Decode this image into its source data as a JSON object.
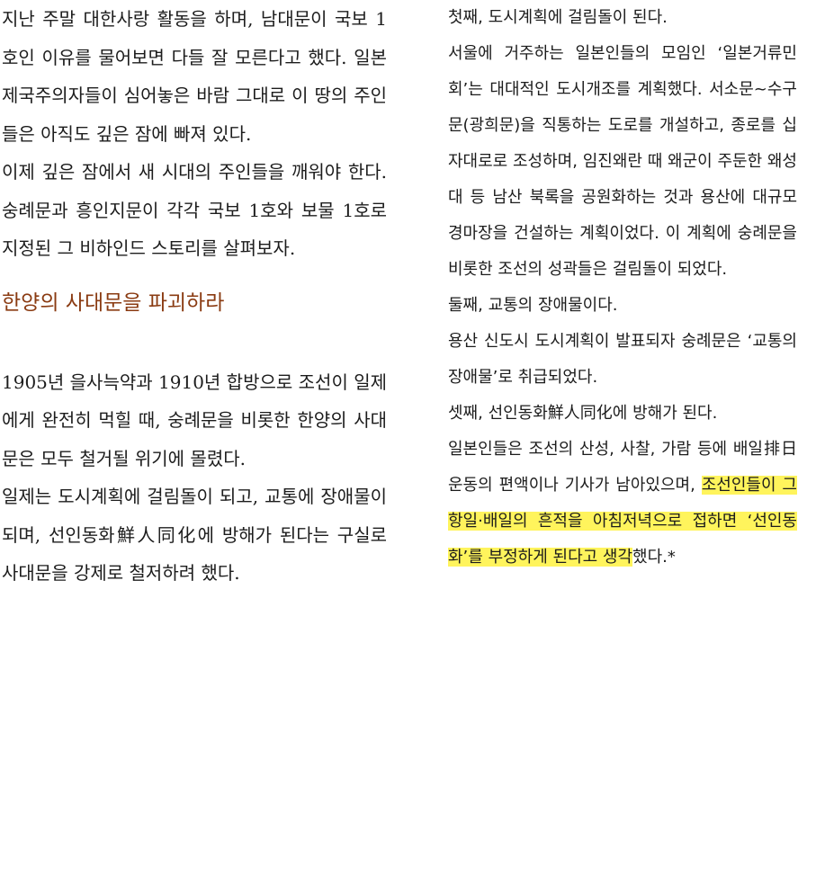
{
  "left_column": {
    "paragraphs_before": [
      "지난 주말 대한사랑 활동을 하며, 남대문이 국보 1호인 이유를 물어보면 다들 잘 모른다고 했다. 일본 제국주의자들이 심어놓은 바람 그대로 이 땅의 주인들은 아직도 깊은 잠에 빠져 있다.",
      "이제 깊은 잠에서 새 시대의 주인들을 깨워야 한다. 숭례문과 흥인지문이 각각 국보 1호와 보물 1호로 지정된 그 비하인드 스토리를 살펴보자."
    ],
    "section_heading": "한양의 사대문을 파괴하라",
    "paragraphs_after": [
      "1905년 을사늑약과 1910년 합방으로 조선이 일제에게 완전히 먹힐 때, 숭례문을 비롯한 한양의 사대문은 모두 철거될 위기에 몰렸다.",
      "일제는 도시계획에 걸림돌이 되고, 교통에 장애물이 되며, 선인동화鮮人同化에 방해가 된다는 구실로 사대문을 강제로 철저하려 했다."
    ]
  },
  "right_column": {
    "paragraphs": [
      "첫째, 도시계획에 걸림돌이 된다.",
      "서울에 거주하는 일본인들의 모임인 ‘일본거류민회’는 대대적인 도시개조를 계획했다. 서소문~수구문(광희문)을 직통하는 도로를 개설하고, 종로를 십자대로로 조성하며, 임진왜란 때 왜군이 주둔한 왜성대 등 남산 북록을 공원화하는 것과 용산에 대규모 경마장을 건설하는 계획이었다. 이 계획에 숭례문을 비롯한 조선의 성곽들은 걸림돌이 되었다.",
      "둘째, 교통의 장애물이다.",
      "용산 신도시 도시계획이 발표되자 숭례문은 ‘교통의 장애물’로 취급되었다.",
      "셋째, 선인동화鮮人同化에 방해가 된다.",
      "일본인들은 조선의 산성, 사찰, 가람 등에 배일排日 운동의 편액이나 기사가 남아있으며,"
    ],
    "highlighted_text": "조선인들이 그 항일·배일의 흔적을 아침저녁으로 접하면 ‘선인동화’를 부정하게 된다고 생각",
    "trailing_text": "했다.*"
  },
  "colors": {
    "heading": "#8a3b12",
    "highlight": "#fff45c",
    "text": "#1c1c1c"
  }
}
